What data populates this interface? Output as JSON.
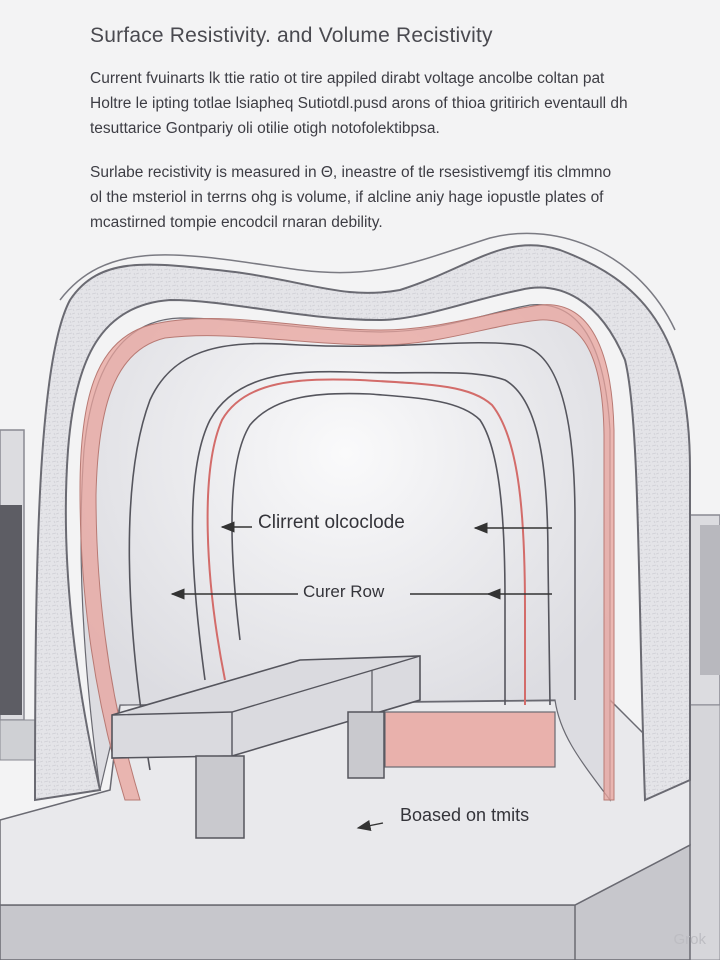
{
  "title": "Surface Resistivity. and Volume Recistivity",
  "paragraph1": [
    "Current fvuinarts lk ttie ratio ot tire appiled dirabt voltage ancolbe coltan pat",
    "Holtre le ipting totlae lsiapheq Sutiotdl.pusd arons of thioa gritirich eventaull dh",
    "tesuttarice Gontpariy oli otilie otigh notofolektibpsa."
  ],
  "paragraph2": [
    "Surlabe recistivity is measured in Θ, ineastre of tle rsesistivemgf itis clmmno",
    "ol the msteriol in terrns ohg is volume, if alcline aniy hage iopustle plates of",
    "mcastirned tompie encodcil rnaran debility."
  ],
  "labels": {
    "current": "Clirrent olcoclode",
    "flow": "Curer Row",
    "based": "Boased on tmits"
  },
  "watermark": "Grok",
  "colors": {
    "background": "#f3f3f4",
    "material": "#e6e6e9",
    "outline": "#6a6a72",
    "surface_layer": "#e8a39c"
  }
}
